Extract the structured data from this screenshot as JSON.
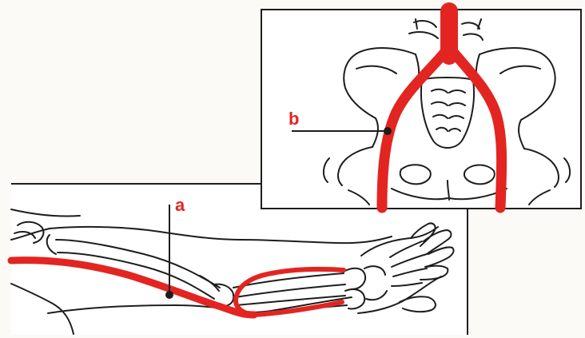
{
  "figure": {
    "labels": {
      "a": "a",
      "b": "b"
    },
    "colors": {
      "artery": "#e32521",
      "outline": "#1d1d1d",
      "panel_fill": "#ffffff",
      "background": "#fbfaf6",
      "label": "#e32521"
    },
    "panels": [
      {
        "name": "arm-panel",
        "depicts": "arm-and-hand"
      },
      {
        "name": "pelvis-panel",
        "depicts": "pelvis-and-lumbar-spine"
      }
    ]
  }
}
